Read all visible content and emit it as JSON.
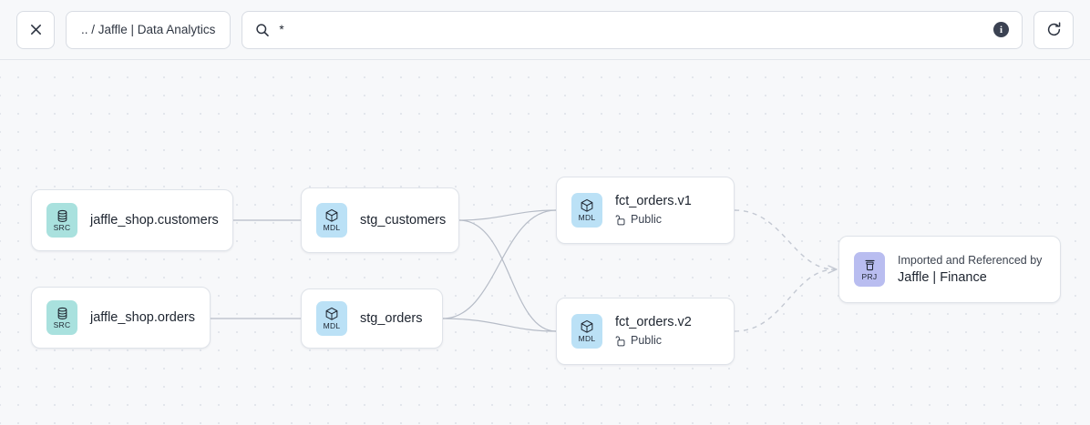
{
  "toolbar": {
    "close_label": "✕",
    "close_icon": "close-icon",
    "breadcrumb": ".. / Jaffle | Data Analytics",
    "search_icon": "search-icon",
    "search_value": "*",
    "search_placeholder": "",
    "info_icon_label": "i",
    "refresh_icon": "refresh-icon"
  },
  "graph": {
    "nodes": [
      {
        "id": "jaffle_shop_customers",
        "badge": "SRC",
        "badge_icon": "database-icon",
        "title": "jaffle_shop.customers",
        "subtitle": "",
        "kicker": ""
      },
      {
        "id": "jaffle_shop_orders",
        "badge": "SRC",
        "badge_icon": "database-icon",
        "title": "jaffle_shop.orders",
        "subtitle": "",
        "kicker": ""
      },
      {
        "id": "stg_customers",
        "badge": "MDL",
        "badge_icon": "cube-icon",
        "title": "stg_customers",
        "subtitle": "",
        "kicker": ""
      },
      {
        "id": "stg_orders",
        "badge": "MDL",
        "badge_icon": "cube-icon",
        "title": "stg_orders",
        "subtitle": "",
        "kicker": ""
      },
      {
        "id": "fct_orders_v1",
        "badge": "MDL",
        "badge_icon": "cube-icon",
        "title": "fct_orders.v1",
        "subtitle": "Public",
        "subtitle_icon": "unlock-icon",
        "kicker": ""
      },
      {
        "id": "fct_orders_v2",
        "badge": "MDL",
        "badge_icon": "cube-icon",
        "title": "fct_orders.v2",
        "subtitle": "Public",
        "subtitle_icon": "unlock-icon",
        "kicker": ""
      },
      {
        "id": "jaffle_finance_project",
        "badge": "PRJ",
        "badge_icon": "project-icon",
        "kicker": "Imported and Referenced by",
        "title": "Jaffle | Finance",
        "subtitle": ""
      }
    ]
  },
  "colors": {
    "canvas_bg": "#f7f8fa",
    "grid_dot": "#dfe3ea",
    "node_bg": "#ffffff",
    "node_border": "#dfe3e9",
    "badge_src": "#a9e1de",
    "badge_mdl": "#bbe1f6",
    "badge_prj": "#b9bdf0",
    "edge_solid": "#b6bcc7",
    "edge_dashed": "#c3c8d2",
    "text_primary": "#1d242f"
  }
}
